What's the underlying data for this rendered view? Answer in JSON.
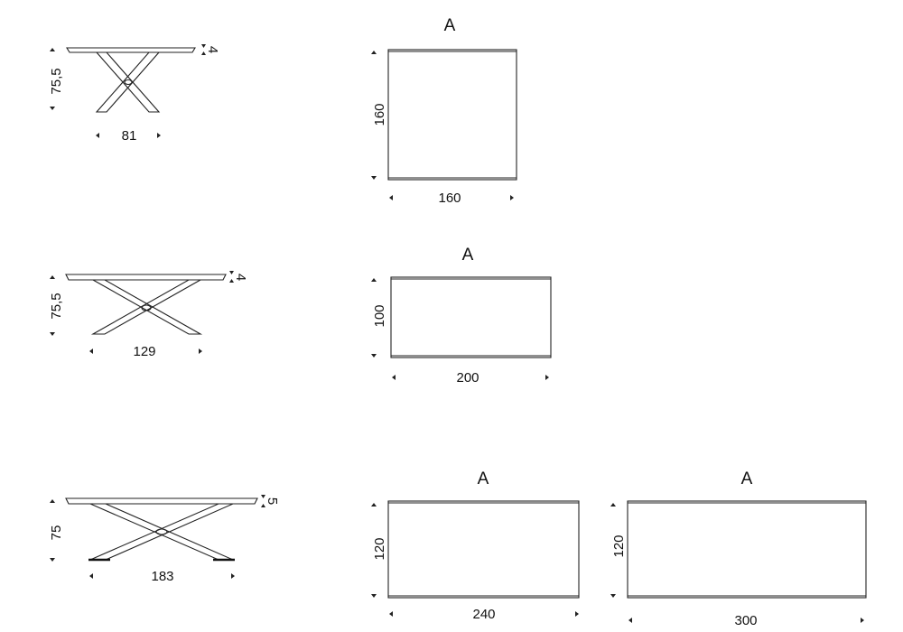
{
  "title": "Table dimension drawings",
  "rows": [
    {
      "side": {
        "height": "75,5",
        "thickness": "4",
        "base_width": "81"
      },
      "tops": [
        {
          "label": "A",
          "depth": "160",
          "width": "160"
        }
      ]
    },
    {
      "side": {
        "height": "75,5",
        "thickness": "4",
        "base_width": "129"
      },
      "tops": [
        {
          "label": "A",
          "depth": "100",
          "width": "200"
        }
      ]
    },
    {
      "side": {
        "height": "75",
        "thickness": "5",
        "base_width": "183"
      },
      "tops": [
        {
          "label": "A",
          "depth": "120",
          "width": "240"
        },
        {
          "label": "A",
          "depth": "120",
          "width": "300"
        }
      ]
    }
  ],
  "colors": {
    "line": "#222222",
    "background": "#ffffff"
  }
}
